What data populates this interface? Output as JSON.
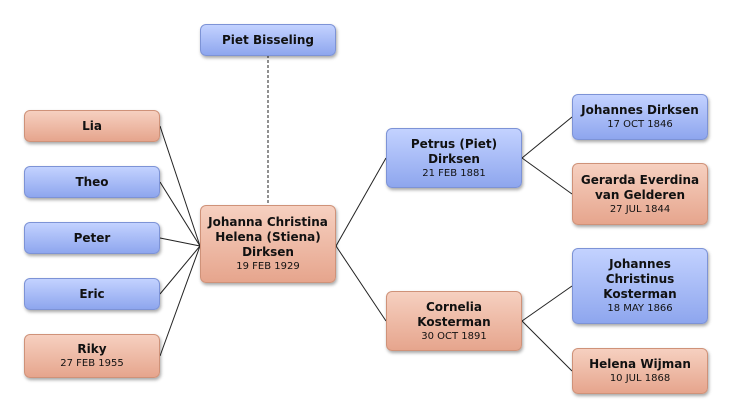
{
  "people": {
    "spouse": {
      "name": "Piet Bisseling",
      "date": ""
    },
    "subject": {
      "name_lines": [
        "Johanna Christina",
        "Helena (Stiena)",
        "Dirksen"
      ],
      "date": "19 FEB 1929"
    },
    "children": [
      {
        "name": "Lia",
        "date": ""
      },
      {
        "name": "Theo",
        "date": ""
      },
      {
        "name": "Peter",
        "date": ""
      },
      {
        "name": "Eric",
        "date": ""
      },
      {
        "name": "Riky",
        "date": "27 FEB 1955"
      }
    ],
    "father": {
      "name_lines": [
        "Petrus (Piet)",
        "Dirksen"
      ],
      "date": "21 FEB 1881"
    },
    "mother": {
      "name_lines": [
        "Cornelia",
        "Kosterman"
      ],
      "date": "30 OCT 1891"
    },
    "paternal_grandfather": {
      "name_lines": [
        "Johannes Dirksen"
      ],
      "date": "17 OCT 1846"
    },
    "paternal_grandmother": {
      "name_lines": [
        "Gerarda Everdina",
        "van Gelderen"
      ],
      "date": "27 JUL 1844"
    },
    "maternal_grandfather": {
      "name_lines": [
        "Johannes",
        "Christinus",
        "Kosterman"
      ],
      "date": "18 MAY 1866"
    },
    "maternal_grandmother": {
      "name_lines": [
        "Helena Wijman"
      ],
      "date": "10 JUL 1868"
    }
  },
  "colors": {
    "male": "#9fb4f2",
    "female": "#eeb39d",
    "line": "#222222"
  }
}
